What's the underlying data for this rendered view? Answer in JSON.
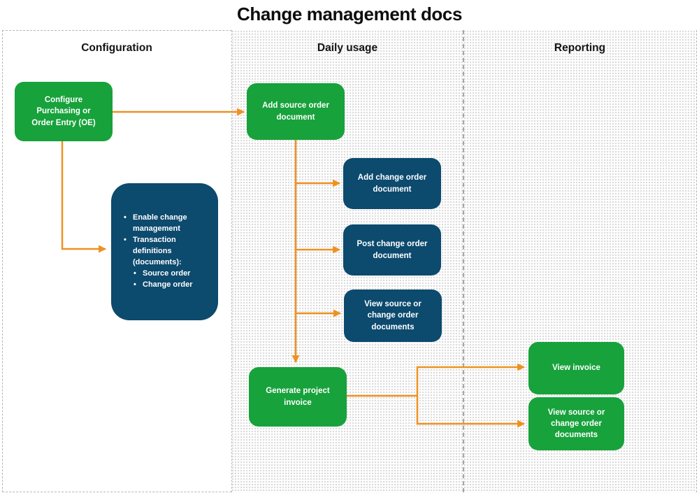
{
  "title": "Change management docs",
  "lanes": [
    {
      "header": "Configuration"
    },
    {
      "header": "Daily usage"
    },
    {
      "header": "Reporting"
    }
  ],
  "nodes": {
    "configure_oe": {
      "label": "Configure\nPurchasing or\nOrder Entry (OE)"
    },
    "config_details": {
      "item1": "Enable change management",
      "item2": "Transaction definitions (documents):",
      "item2a": "Source order",
      "item2b": "Change order"
    },
    "add_source_order": {
      "label": "Add source order\ndocument"
    },
    "add_change_order": {
      "label": "Add change order\ndocument"
    },
    "post_change_order": {
      "label": "Post change order\ndocument"
    },
    "view_source_change_daily": {
      "label": "View source or\nchange order\ndocuments"
    },
    "generate_invoice": {
      "label": "Generate project\ninvoice"
    },
    "view_invoice": {
      "label": "View invoice"
    },
    "view_source_change_reporting": {
      "label": "View source or\nchange order\ndocuments"
    }
  },
  "colors": {
    "node_green": "#17A23B",
    "node_blue": "#0C4A6E",
    "arrow_orange": "#EE9122",
    "text_white": "#FFFFFF"
  }
}
